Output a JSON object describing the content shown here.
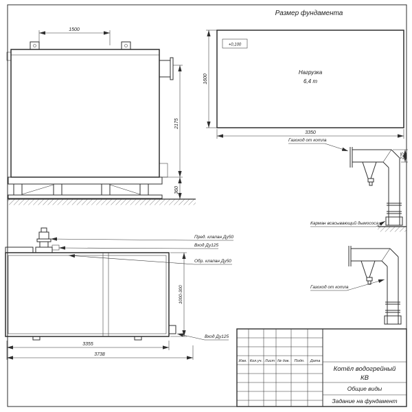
{
  "sheet": {
    "title": "Размер фундамента"
  },
  "side_view": {
    "dim_top": "1500",
    "dim_height": "2175",
    "dim_base": "360"
  },
  "foundation_plan": {
    "elevation": "+0,100",
    "load_line1": "Нагрузка",
    "load_line2": "6,4 т",
    "dim_height": "1600",
    "dim_width": "3350"
  },
  "flue_top": {
    "label": "Газоход от котла",
    "dim": "225",
    "pocket_label": "Карман всасывающий дымососа"
  },
  "flue_bottom": {
    "label": "Газоход от котла"
  },
  "plan_view": {
    "dim_depth": "1000-300",
    "dim_inner": "3355",
    "dim_outer": "3738",
    "callouts": {
      "safety_valve": "Пред. клапан Ду50",
      "inlet_top": "Вход Ду125",
      "check_valve": "Обр. клапан Ду50",
      "inlet_bottom": "Вход Ду125"
    }
  },
  "title_block": {
    "header": [
      "Изм.",
      "Кол.уч.",
      "Лист",
      "№ док.",
      "Подп.",
      "Дата"
    ],
    "product_line1": "Котёл водогрейный",
    "product_line2": "КВ",
    "doc_line1": "Общие виды",
    "doc_line2": "Задание на фундамент"
  },
  "colors": {
    "line": "#2e2e2e",
    "background": "#ffffff",
    "text": "#1a1a1a"
  }
}
